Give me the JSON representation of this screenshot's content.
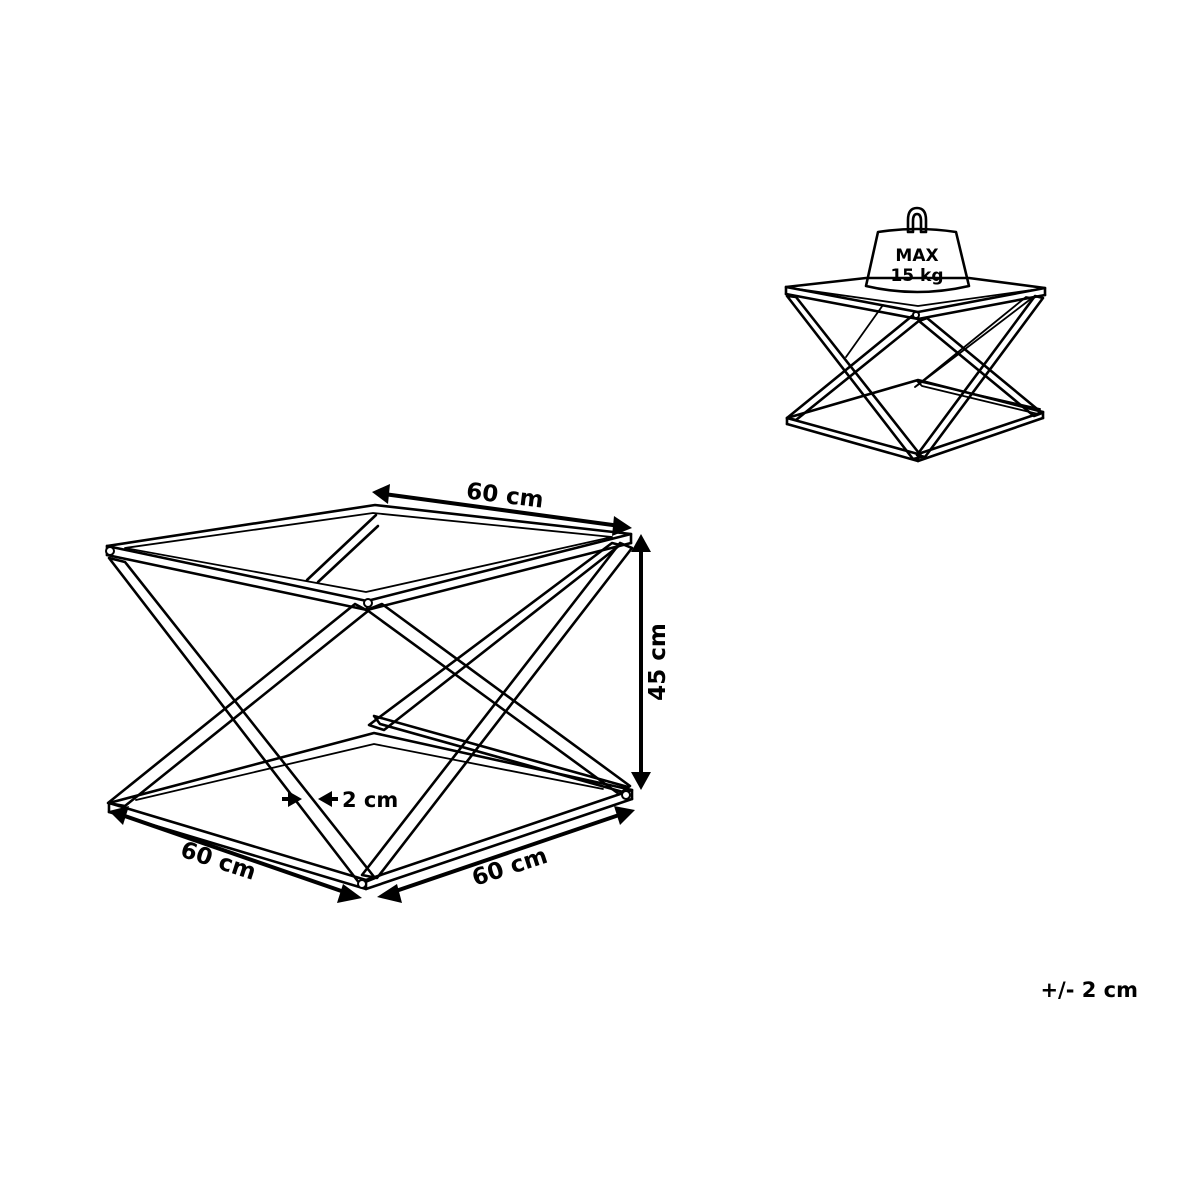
{
  "dimensions": {
    "top_width": "60 cm",
    "height": "45 cm",
    "front_left_width": "60 cm",
    "front_right_width": "60 cm",
    "frame_thickness": "2 cm"
  },
  "weight_badge": {
    "line1": "MAX",
    "line2": "15 kg"
  },
  "tolerance": "+/- 2 cm",
  "icons": {
    "main": "coffee-table-line-drawing",
    "small": "table-with-weight-icon"
  },
  "colors": {
    "line": "#000000",
    "background": "#ffffff"
  }
}
